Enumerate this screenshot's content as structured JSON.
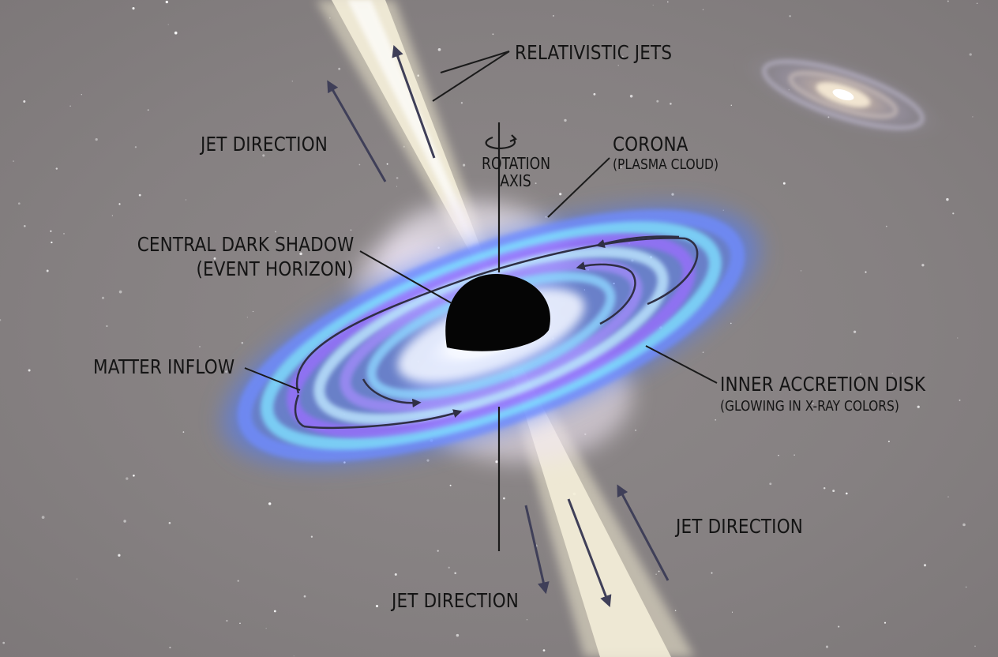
{
  "labels": {
    "relativistic_jets": "RELATIVISTIC JETS",
    "jet_direction_upper": "JET DIRECTION",
    "rotation_axis_line1": "ROTATION",
    "rotation_axis_line2": "AXIS",
    "corona": "CORONA",
    "corona_sub": "(PLASMA CLOUD)",
    "central_shadow_line1": "CENTRAL DARK SHADOW",
    "central_shadow_line2": "(EVENT HORIZON)",
    "matter_inflow": "MATTER INFLOW",
    "inner_disk": "INNER ACCRETION DISK",
    "inner_disk_sub": "(GLOWING IN X-RAY COLORS)",
    "jet_direction_right": "JET DIRECTION",
    "jet_direction_bottom": "JET DIRECTION"
  },
  "colors": {
    "background": "#8a8586",
    "jet": "#f1ead0",
    "disk_blue": "#4f7cff",
    "disk_cyan": "#7fe0ff",
    "disk_violet": "#9b6dff",
    "arrow": "#3f3f58",
    "label_text": "#141414"
  }
}
